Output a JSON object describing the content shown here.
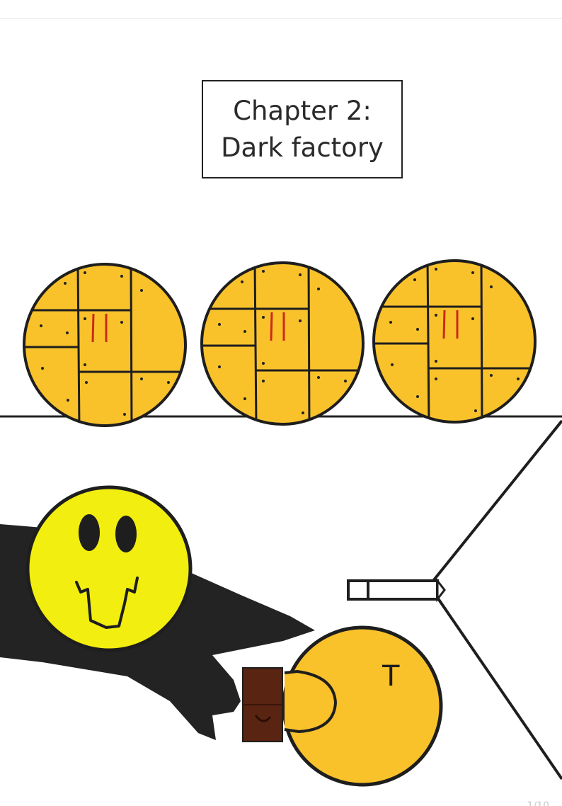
{
  "chapter": {
    "line1": "Chapter 2:",
    "line2": "Dark factory"
  },
  "robot": {
    "chest_letter": "T"
  },
  "colors": {
    "panel_orange": "#f9c22b",
    "smiley_yellow": "#f2ee0f",
    "shadow_black": "#232323",
    "block_brown": "#5a2412",
    "eye_red": "#cc2a1a",
    "outline": "#1e1e1e"
  },
  "footer": {
    "page_counter": "1/10"
  }
}
